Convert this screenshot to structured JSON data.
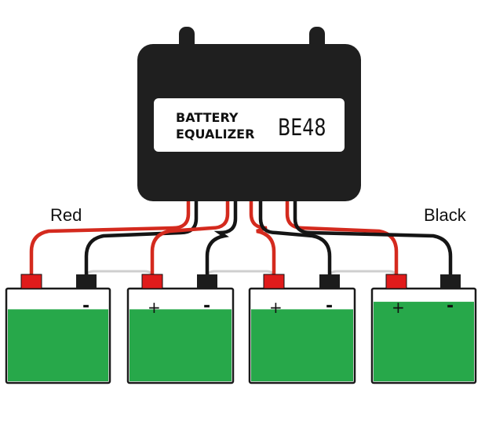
{
  "device": {
    "label_line1": "BATTERY",
    "label_line2": "EQUALIZER",
    "model": "BE48",
    "body_color": "#1f1f1f",
    "plate_color": "#ffffff"
  },
  "wire_labels": {
    "red": "Red",
    "black": "Black"
  },
  "colors": {
    "red_wire": "#d42a1e",
    "black_wire": "#151515",
    "electrolyte": "#27a84a",
    "battery_outline": "#1a1a1a",
    "link_wire": "#cfcfcf"
  },
  "batteries": [
    {
      "id": "battery-1",
      "plus_sign": "",
      "minus_sign": "-",
      "fill_level": 0.78
    },
    {
      "id": "battery-2",
      "plus_sign": "+",
      "minus_sign": "-",
      "fill_level": 0.78
    },
    {
      "id": "battery-3",
      "plus_sign": "+",
      "minus_sign": "-",
      "fill_level": 0.78
    },
    {
      "id": "battery-4",
      "plus_sign": "+",
      "minus_sign": "-",
      "fill_level": 0.86
    }
  ]
}
